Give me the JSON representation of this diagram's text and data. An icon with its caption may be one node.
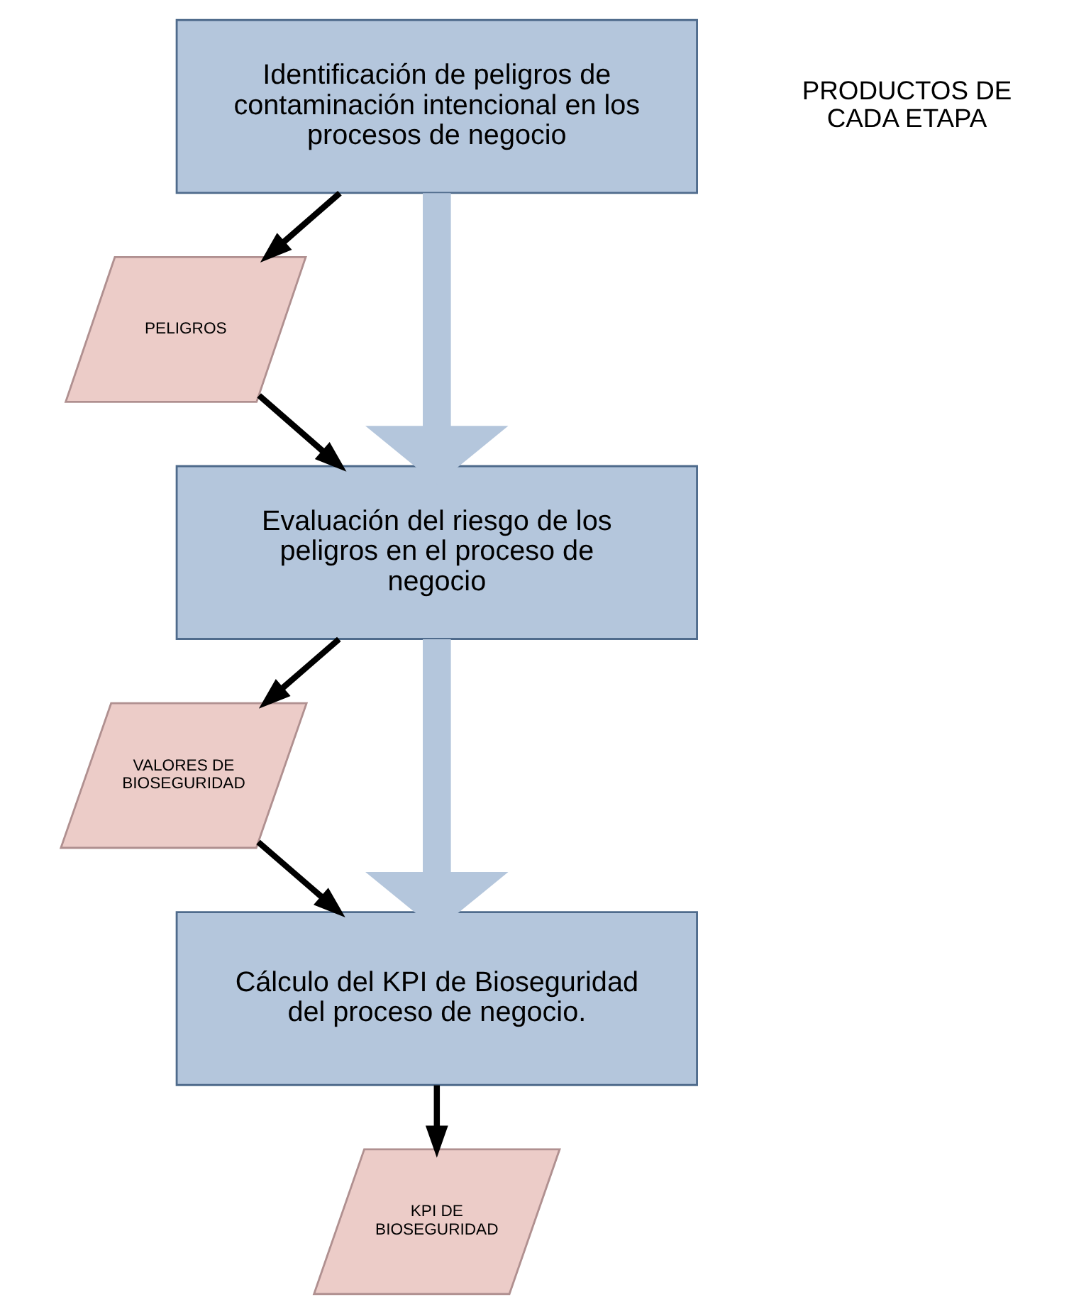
{
  "diagram": {
    "nodes": [
      {
        "text": [
          "Identificación de peligros de contaminación intencional en los procesos de negocio"
        ]
      },
      {
        "text": [
          "PELIGROS"
        ]
      },
      {
        "text": [
          "Evaluación del riesgo de los peligros en el proceso de negocio"
        ]
      },
      {
        "text": [
          "VALORES DE BIOSEGURIDAD"
        ]
      },
      {
        "text": [
          "Cálculo del KPI de Bioseguridad del proceso de negocio."
        ]
      },
      {
        "text": [
          "KPI DE BIOSEGURIDAD"
        ]
      }
    ],
    "edges": [
      {
        "from": 0,
        "to": 1,
        "arrow": "to"
      },
      {
        "from": 0,
        "to": 2,
        "arrow": "to",
        "style": "thick",
        "color": "#b4c6dc"
      },
      {
        "from": 1,
        "to": 2,
        "arrow": "to"
      },
      {
        "from": 2,
        "to": 3,
        "arrow": "to"
      },
      {
        "from": 2,
        "to": 4,
        "arrow": "to",
        "style": "thick",
        "color": "#b4c6dc"
      },
      {
        "from": 3,
        "to": 4,
        "arrow": "to"
      },
      {
        "from": 4,
        "to": 5,
        "arrow": "to"
      }
    ],
    "labels": [
      "PRODUCTOS DE CADA ETAPA"
    ]
  }
}
